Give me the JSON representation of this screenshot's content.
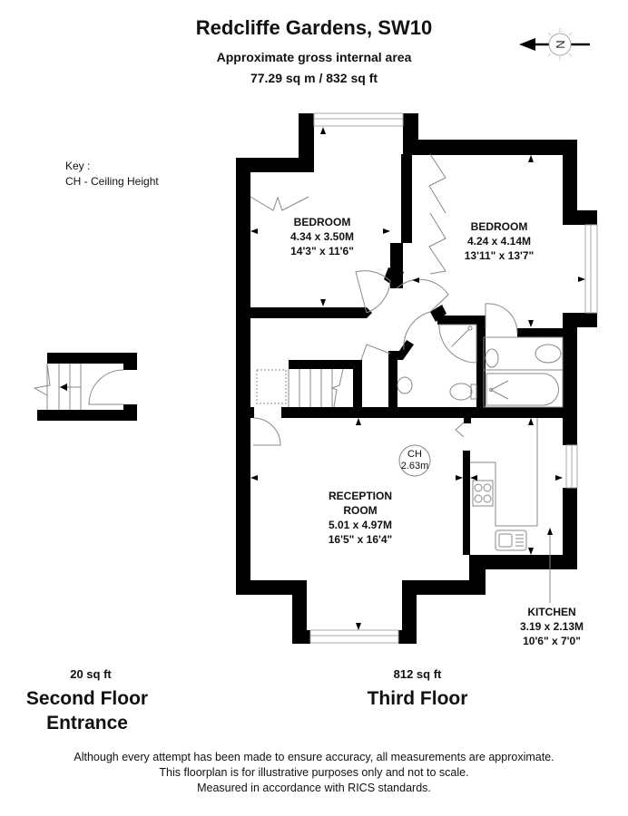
{
  "header": {
    "title": "Redcliffe Gardens, SW10",
    "subtitle": "Approximate gross internal area",
    "total_area": "77.29 sq m / 832 sq ft"
  },
  "compass": {
    "icon": "north-arrow-icon",
    "letter": "N",
    "direction": "left"
  },
  "key": {
    "heading": "Key :",
    "items": [
      "CH - Ceiling Height"
    ]
  },
  "rooms": [
    {
      "name": "BEDROOM",
      "metric": "4.34 x 3.50M",
      "imperial": "14'3\" x 11'6\""
    },
    {
      "name": "BEDROOM",
      "metric": "4.24 x 4.14M",
      "imperial": "13'11\" x 13'7\""
    },
    {
      "name": "RECEPTION",
      "name2": "ROOM",
      "metric": "5.01 x 4.97M",
      "imperial": "16'5\" x 16'4\""
    },
    {
      "name": "KITCHEN",
      "metric": "3.19 x 2.13M",
      "imperial": "10'6\" x 7'0\""
    }
  ],
  "ceiling_height": {
    "label": "CH",
    "value": "2.63m"
  },
  "floors": [
    {
      "sqft": "20 sq ft",
      "name_line1": "Second Floor",
      "name_line2": "Entrance"
    },
    {
      "sqft": "812 sq ft",
      "name_line1": "Third Floor"
    }
  ],
  "disclaimer": [
    "Although every attempt has been made to ensure accuracy, all measurements are approximate.",
    "This floorplan is for illustrative purposes only and not to scale.",
    "Measured in accordance with RICS standards."
  ],
  "colors": {
    "wall": "#000000",
    "fixture": "#888888",
    "background": "#ffffff"
  }
}
